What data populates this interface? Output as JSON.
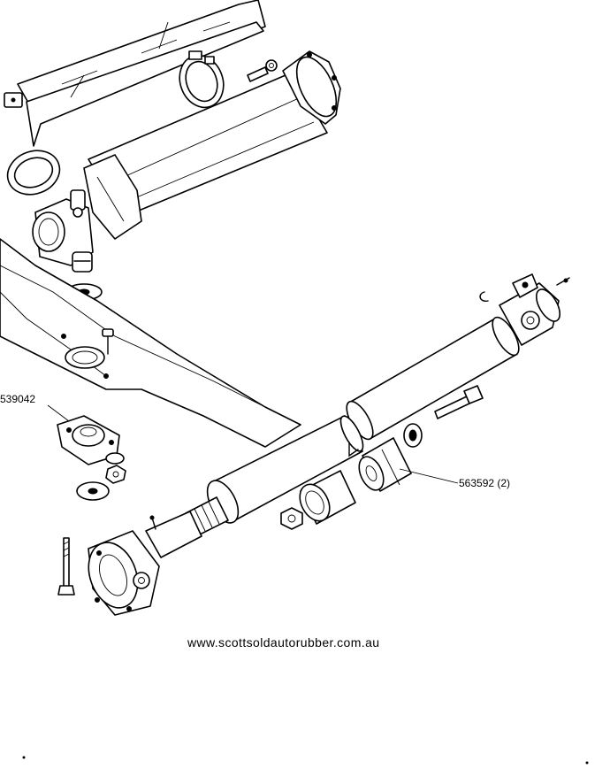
{
  "callouts": {
    "mount_part": "539042",
    "bush_part": "563592 (2)"
  },
  "footer": {
    "website": "www.scottsoldautorubber.com.au"
  },
  "colors": {
    "line": "#000000",
    "background": "#ffffff"
  }
}
